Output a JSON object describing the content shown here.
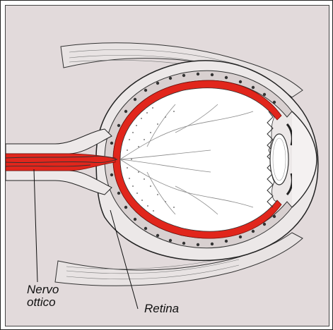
{
  "diagram": {
    "labels": {
      "nervo_line1": "Nervo",
      "nervo_line2": "ottico",
      "retina": "Retina"
    },
    "colors": {
      "background": "#e2dadb",
      "outline": "#222222",
      "retina_red": "#e1261c",
      "vitreous_white": "#ffffff"
    }
  }
}
